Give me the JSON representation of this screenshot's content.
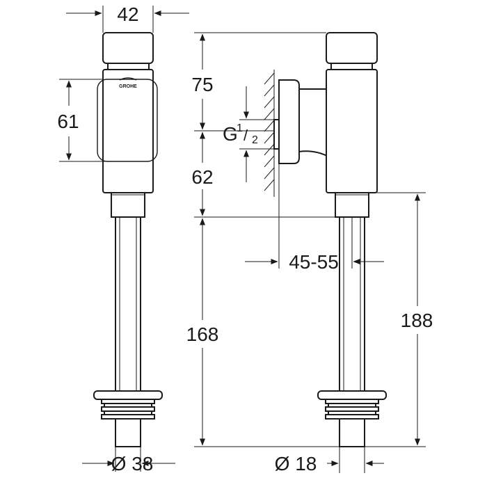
{
  "dimensions": {
    "body_width": "42",
    "front_height": "61",
    "top_height": "75",
    "thread_label": "G",
    "thread_numerator": "1",
    "thread_slash": "/",
    "thread_denominator": "2",
    "lower_height": "62",
    "projection": "45-55",
    "pipe_length": "168",
    "overall_length": "188",
    "collar_diameter": "Ø 38",
    "pipe_diameter": "Ø 18"
  },
  "logo": {
    "text": "GROHE"
  }
}
